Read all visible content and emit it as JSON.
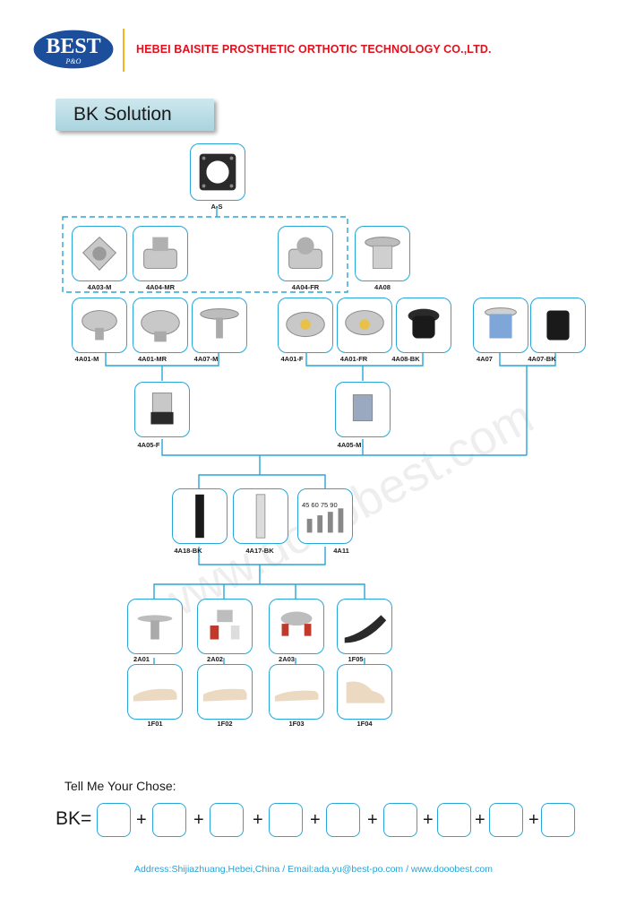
{
  "header": {
    "logo_text": "BEST",
    "logo_sub": "P&O",
    "company": "HEBEI BAISITE PROSTHETIC ORTHOTIC TECHNOLOGY CO.,LTD."
  },
  "title": "BK Solution",
  "products": {
    "as": "A-S",
    "a4a03m": "4A03-M",
    "a4a04mr": "4A04-MR",
    "a4a04fr": "4A04-FR",
    "a4a08": "4A08",
    "a4a01m": "4A01-M",
    "a4a01mr": "4A01-MR",
    "a4a07m": "4A07-M",
    "a4a01f": "4A01-F",
    "a4a01fr": "4A01-FR",
    "a4a08bk": "4A08-BK",
    "a4a07": "4A07",
    "a4a07bk": "4A07-BK",
    "a4a05f": "4A05-F",
    "a4a05m": "4A05-M",
    "a4a18bk": "4A18-BK",
    "a4a17bk": "4A17-BK",
    "a4a11": "4A11",
    "a2a01": "2A01",
    "a2a02": "2A02",
    "a2a03": "2A03",
    "a1f05": "1F05",
    "a1f01": "1F01",
    "a1f02": "1F02",
    "a1f03": "1F03",
    "a1f04": "1F04"
  },
  "tube_sizes": "45  60 75  90",
  "watermark": "www.dooobest.com",
  "form": {
    "prompt": "Tell Me Your Chose:",
    "prefix": "BK=",
    "plus": "+"
  },
  "footer": "Address:Shijiazhuang,Hebei,China  /  Email:ada.yu@best-po.com  /  www.dooobest.com",
  "colors": {
    "accent": "#29a6d8",
    "brand_red": "#e30f1d",
    "brand_blue": "#1c4e9c",
    "gold": "#f2b51b"
  }
}
